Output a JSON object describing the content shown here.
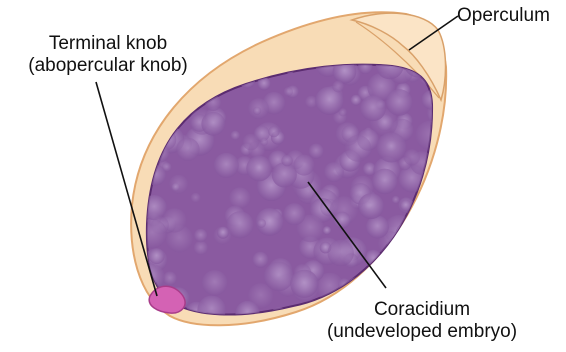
{
  "labels": {
    "terminal_knob": {
      "line1": "Terminal knob",
      "line2": "(abopercular knob)"
    },
    "operculum": "Operculum",
    "coracidium": {
      "line1": "Coracidium",
      "line2": "(undeveloped embryo)"
    }
  },
  "colors": {
    "shell_fill": "#f8dcb6",
    "shell_outline": "#e2a76e",
    "embryo_fill": "#8a5aa0",
    "embryo_outline": "#5b2c70",
    "knob_fill": "#d462b4",
    "leader_line": "#111111"
  }
}
